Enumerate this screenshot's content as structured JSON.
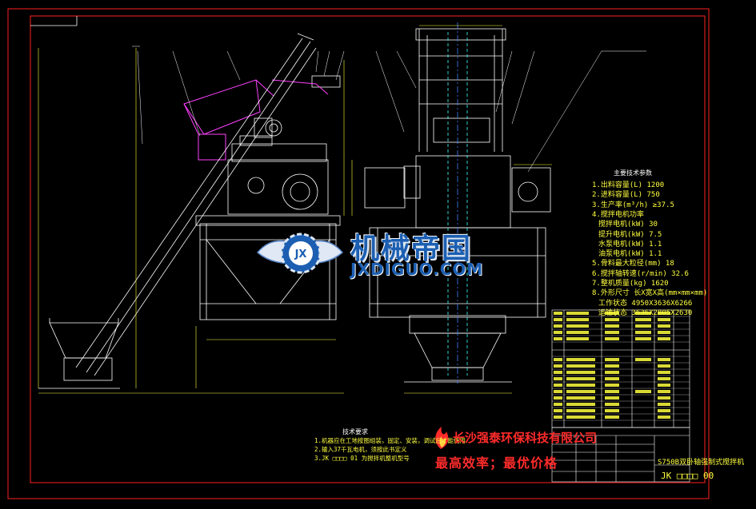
{
  "watermark": {
    "cn": "机械帝国",
    "url": "JXDIGUO.COM",
    "logo_letters": "JX"
  },
  "company": {
    "name": "长沙强泰环保科技有限公司",
    "slogan": "最高效率；最优价格"
  },
  "tech_requirements": {
    "title": "技术要求",
    "notes": [
      "1.机器应在工地按图组装，固定、安装，调试后才能使用",
      "2.输入37千瓦电机，须按此书定义",
      "3.JK □□□□ 01 为搅拌机整机型号"
    ]
  },
  "params": {
    "title": "主要技术参数",
    "items": [
      "1.出料容量(L) 1200",
      "2.进料容量(L) 750",
      "3.生产率(m³/h) ≥37.5",
      "4.搅拌电机功率",
      "搅拌电机(kW) 30",
      "提升电机(kW) 7.5",
      "水泵电机(kW) 1.1",
      "油泵电机(kW) 1.1",
      "5.骨料最大粒径(mm) 18",
      "6.搅拌轴转速(r/min) 32.6",
      "7.整机质量(kg) 1620",
      "8.外形尺寸 长X宽X高(mm×mm×mm)",
      "工作状态 4950X3636X6266",
      "运输状态 3636X2805X2630"
    ]
  },
  "title_block": {
    "drawing_name": "S750B双卧轴强制式搅拌机",
    "code": "JK □□□□ 00"
  },
  "colors": {
    "frame": "#ff2020",
    "outline": "#ffffff",
    "hopper": "#ff40ff",
    "dimension": "#ffff40",
    "cyan": "#40ffff",
    "watermark_blue": "#1c5fb2",
    "company_red": "#ff2b2b"
  }
}
